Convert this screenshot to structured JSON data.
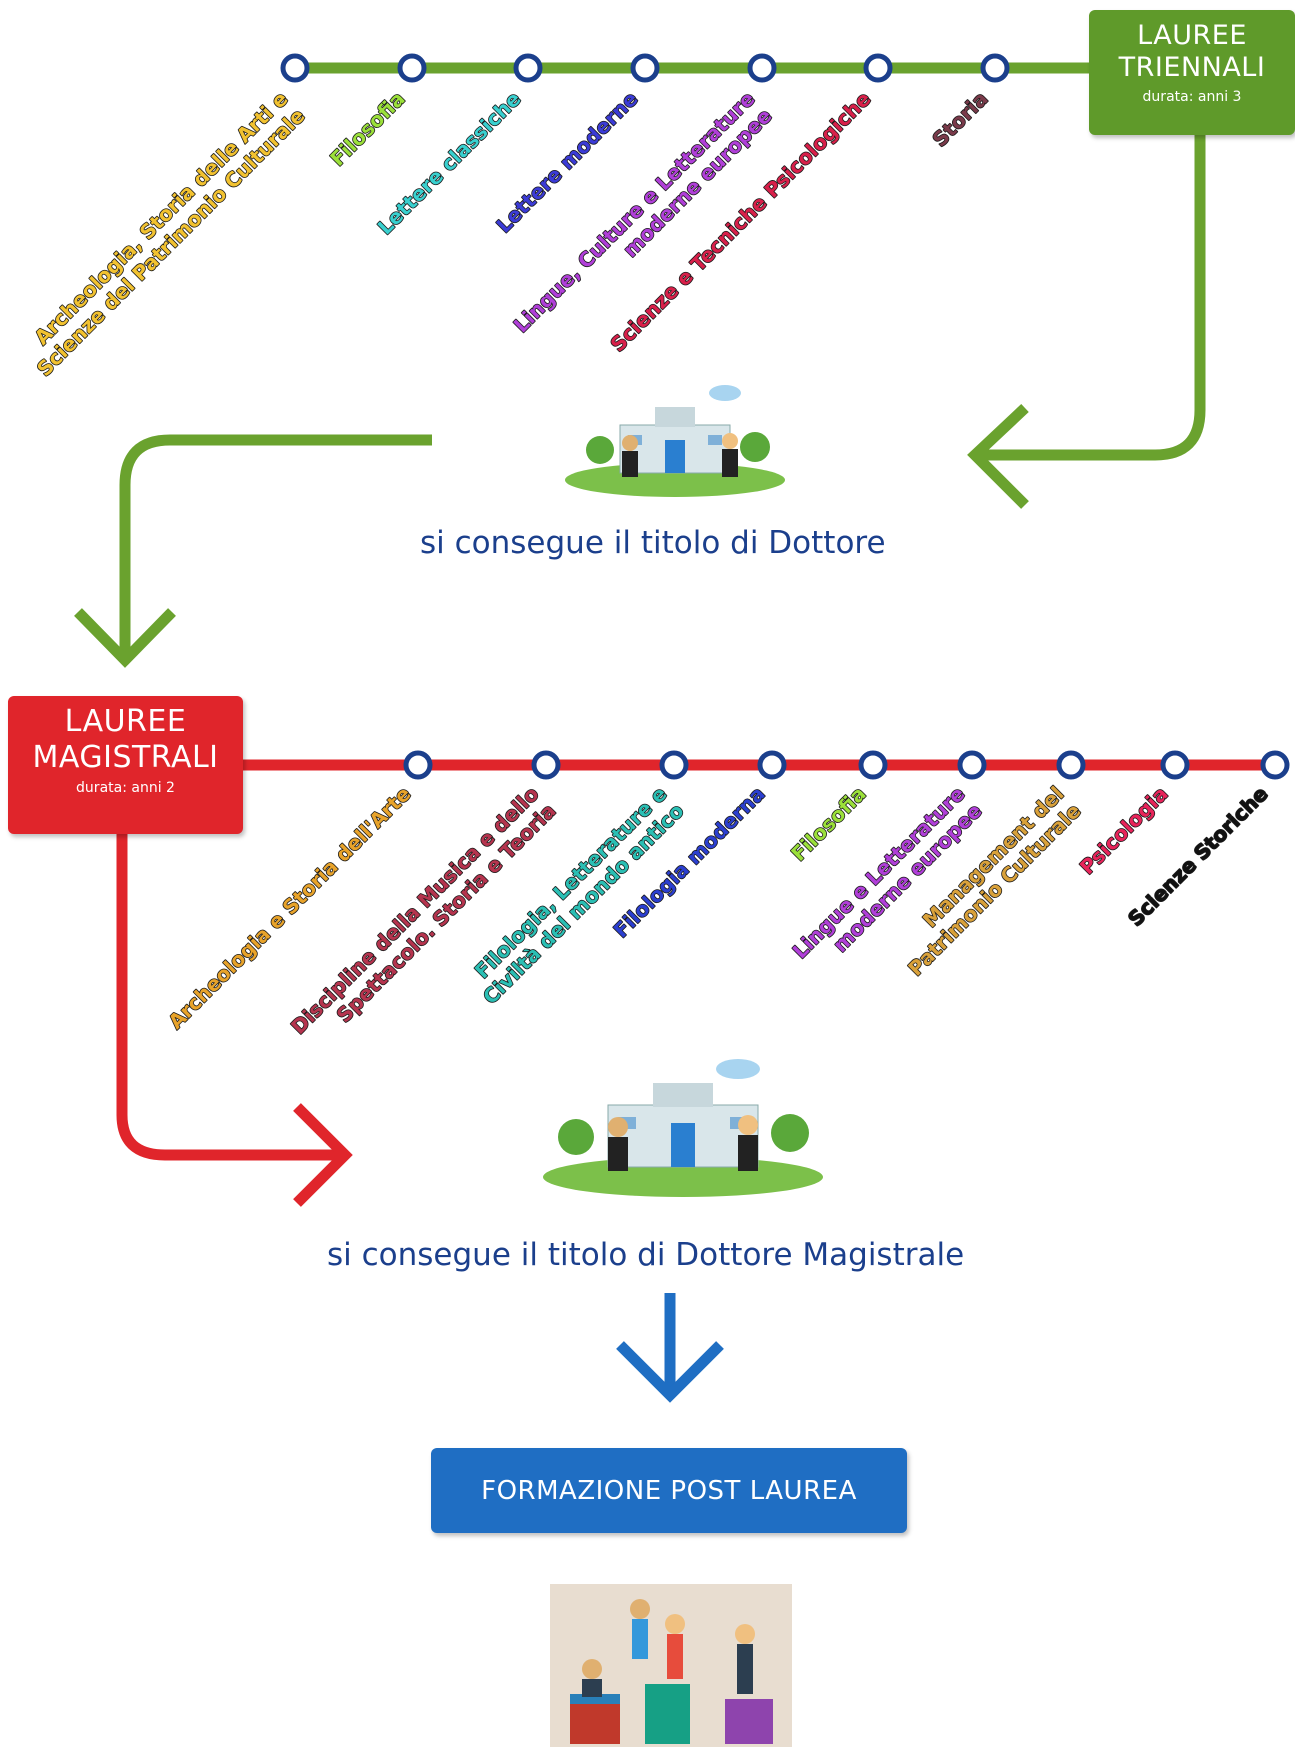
{
  "triennali": {
    "title_line1": "LAUREE",
    "title_line2": "TRIENNALI",
    "duration": "durata: anni 3",
    "courses": [
      {
        "lines": [
          "Archeologia, Storia delle Arti e",
          "Scienze del Patrimonio Culturale"
        ],
        "color": "#f2c230"
      },
      {
        "lines": [
          "Filosofia"
        ],
        "color": "#9be03a"
      },
      {
        "lines": [
          "Lettere classiche"
        ],
        "color": "#39d0cf"
      },
      {
        "lines": [
          "Lettere moderne"
        ],
        "color": "#3b3bd6"
      },
      {
        "lines": [
          "Lingue, Culture e Letterature",
          "moderne europee"
        ],
        "color": "#b03fd8"
      },
      {
        "lines": [
          "Scienze e Tecniche Psicologiche"
        ],
        "color": "#d8204a"
      },
      {
        "lines": [
          "Storia"
        ],
        "color": "#7a3a4a"
      }
    ],
    "line_color": "#6aa22e",
    "result_caption": "si consegue il titolo di Dottore"
  },
  "magistrali": {
    "title_line1": "LAUREE",
    "title_line2": "MAGISTRALI",
    "duration": "durata: anni 2",
    "courses": [
      {
        "lines": [
          "Archeologia e Storia dell'Arte"
        ],
        "color": "#e8a32a"
      },
      {
        "lines": [
          "Discipline della Musica e dello",
          "Spettacolo. Storia e Teoria"
        ],
        "color": "#b5344e"
      },
      {
        "lines": [
          "Filologia, Letterature e",
          "Civiltà del mondo antico"
        ],
        "color": "#2bbfb4"
      },
      {
        "lines": [
          "Filologia moderna"
        ],
        "color": "#2b3fd0"
      },
      {
        "lines": [
          "Filosofia"
        ],
        "color": "#9be03a"
      },
      {
        "lines": [
          "Lingue e Letterature",
          "moderne europee"
        ],
        "color": "#b03fd8"
      },
      {
        "lines": [
          "Management del",
          "Patrimonio Culturale"
        ],
        "color": "#d9a13a"
      },
      {
        "lines": [
          "Psicologia"
        ],
        "color": "#e8245a"
      },
      {
        "lines": [
          "Scienze Storiche"
        ],
        "color": "#111111"
      }
    ],
    "line_color": "#e0252b",
    "result_caption": "si consegue il titolo di Dottore Magistrale"
  },
  "post_laurea": {
    "label": "FORMAZIONE POST LAUREA",
    "arrow_color": "#1f6ec3"
  },
  "text_color": "#1b3f8c"
}
